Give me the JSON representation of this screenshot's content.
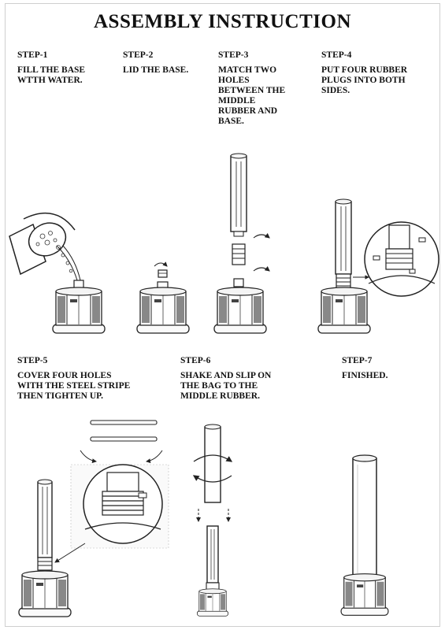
{
  "title": "ASSEMBLY  INSTRUCTION",
  "steps": [
    {
      "num": "STEP-1",
      "text": "FILL THE BASE\nWTTH WATER."
    },
    {
      "num": "STEP-2",
      "text": "LID THE BASE."
    },
    {
      "num": "STEP-3",
      "text": "MATCH TWO\nHOLES\nBETWEEN THE\nMIDDLE\nRUBBER AND\nBASE."
    },
    {
      "num": "STEP-4",
      "text": "PUT FOUR RUBBER\nPLUGS INTO BOTH\nSIDES."
    },
    {
      "num": "STEP-5",
      "text": "COVER FOUR HOLES\nWITH THE STEEL STRIPE\nTHEN TIGHTEN UP."
    },
    {
      "num": "STEP-6",
      "text": "SHAKE AND SLIP ON\nTHE BAG TO THE\nMIDDLE RUBBER."
    },
    {
      "num": "STEP-7",
      "text": "FINISHED."
    }
  ]
}
